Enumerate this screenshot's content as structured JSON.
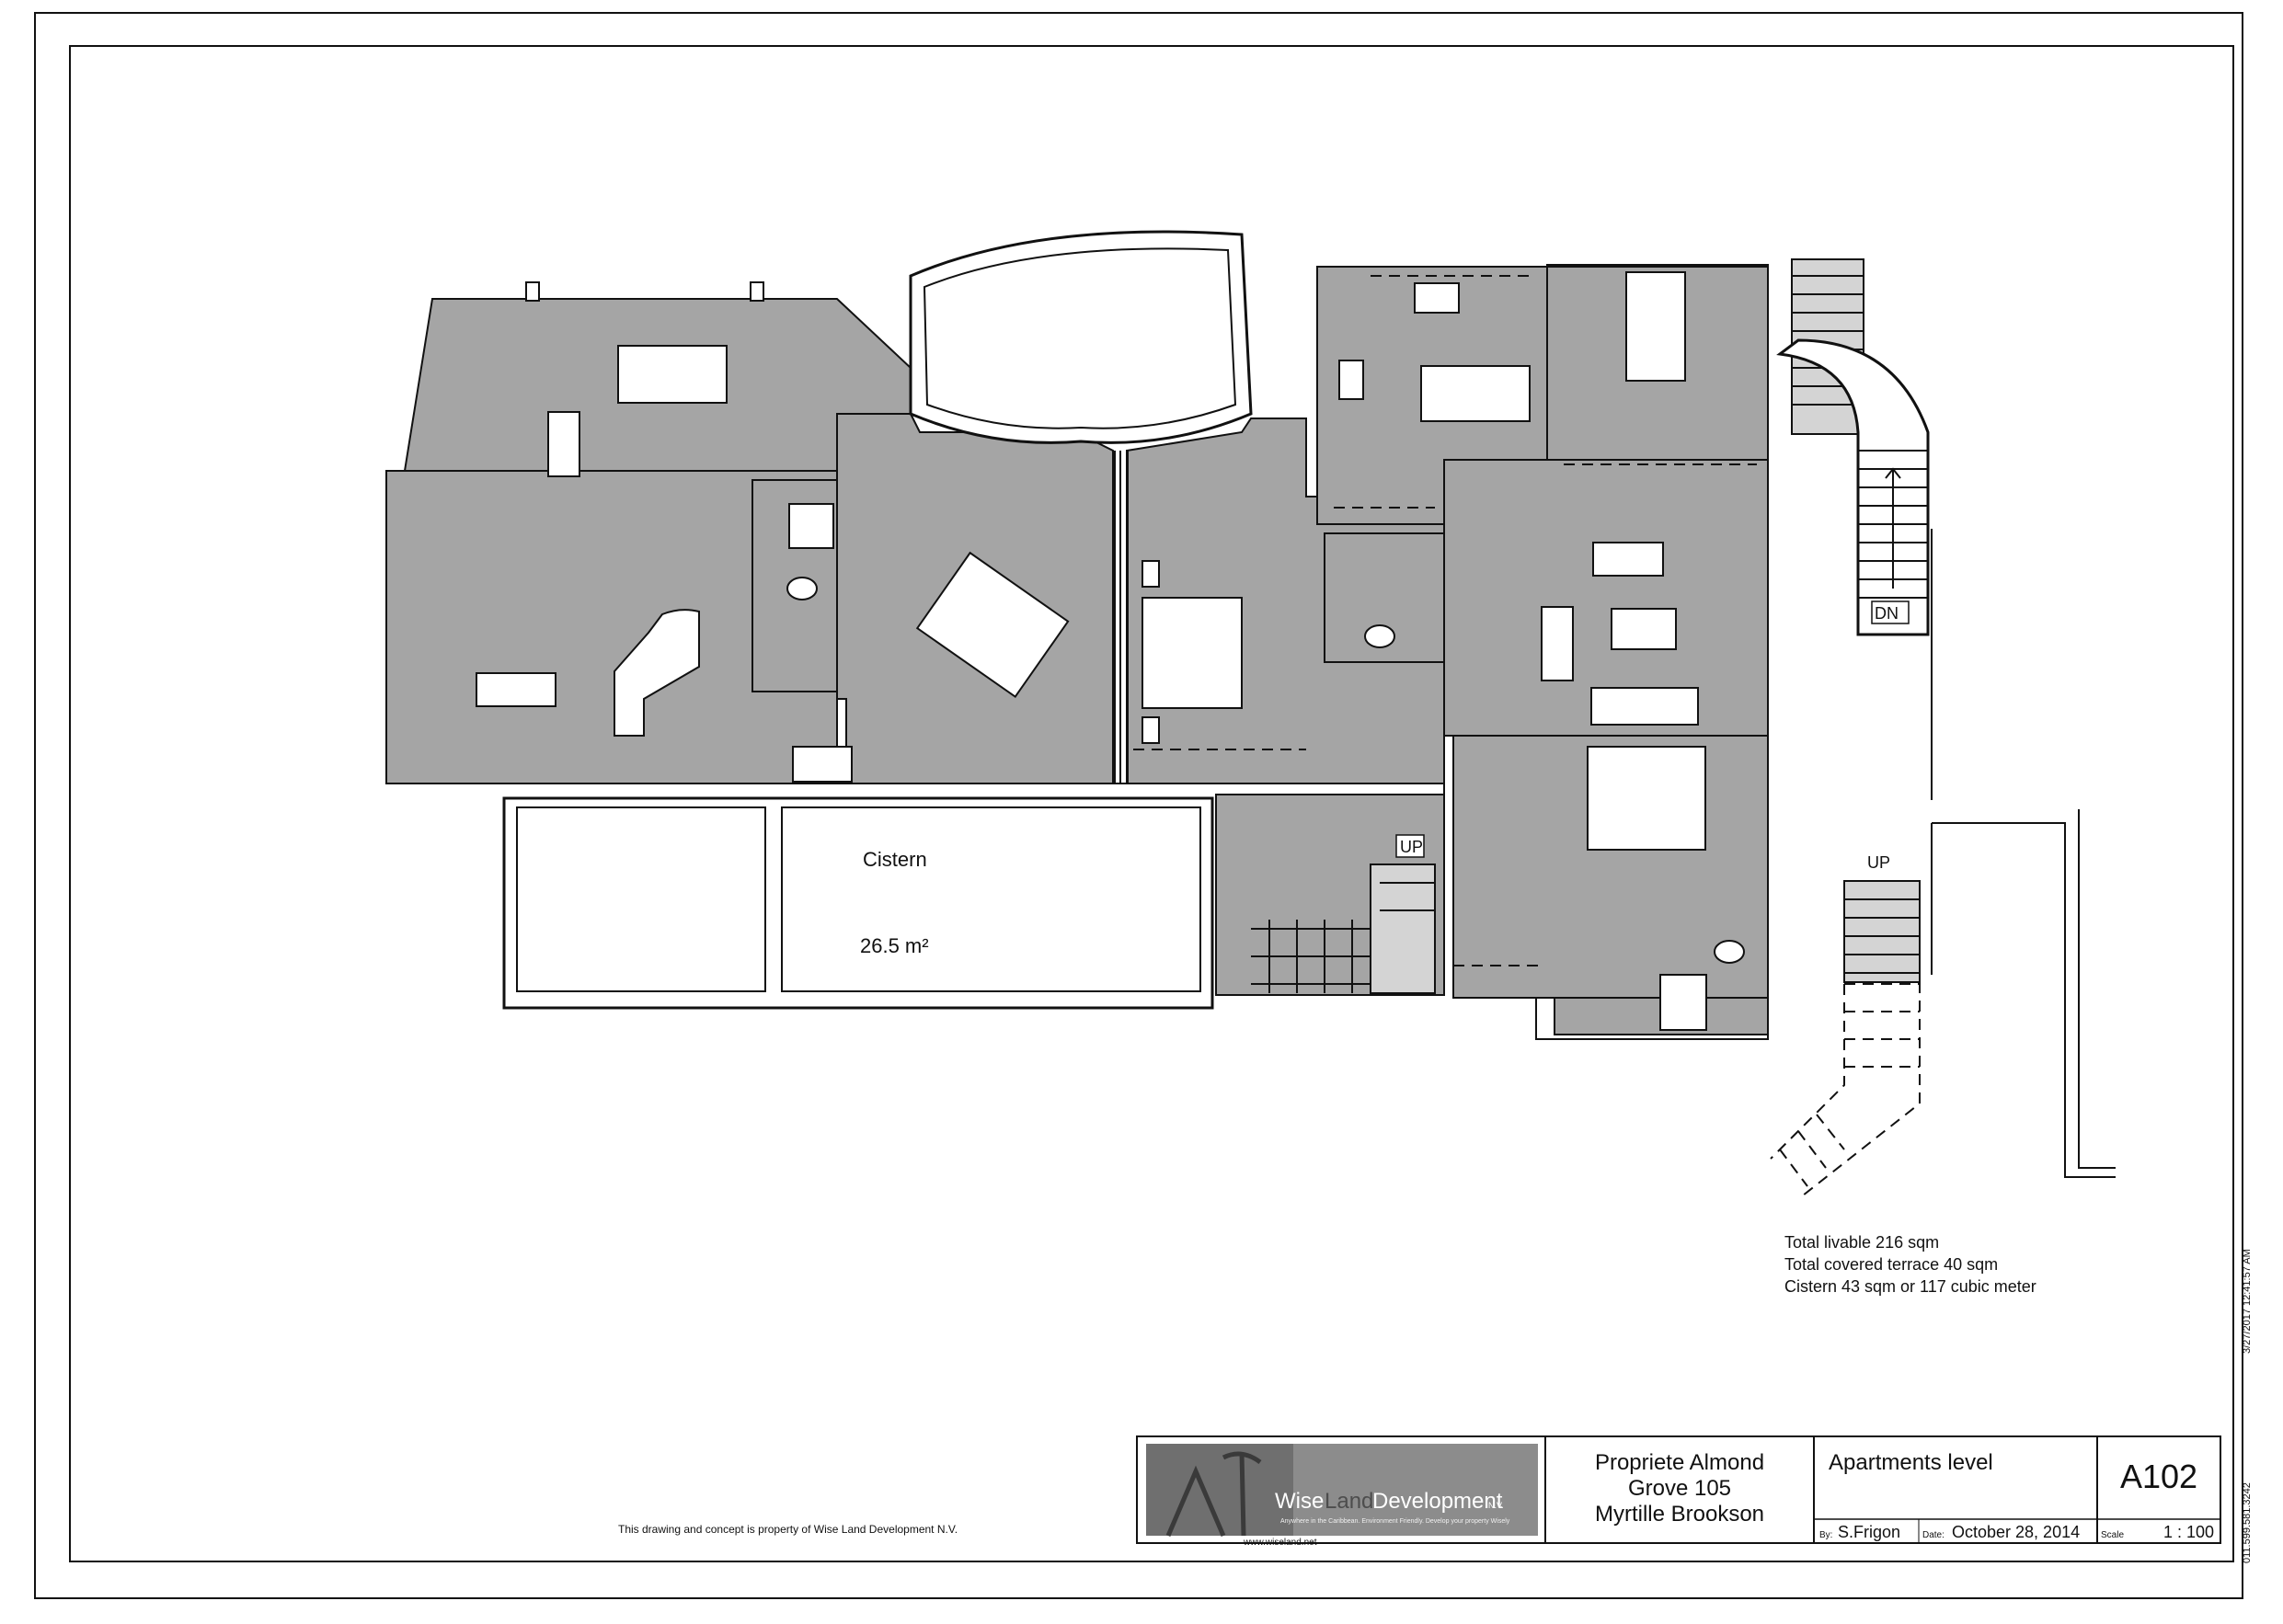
{
  "plan": {
    "cistern_label": "Cistern",
    "cistern_area": "26.5 m²",
    "stair_labels": {
      "up_1": "UP",
      "up_2": "UP",
      "down": "DN"
    }
  },
  "totals": [
    "Total livable 216 sqm",
    "Total covered terrace 40 sqm",
    "Cistern 43  sqm or 117 cubic meter"
  ],
  "disclaimer": "This drawing and concept is property of Wise Land Development N.V.",
  "side_stamp": "3/27/2017 12:41:57 AM",
  "side_phone": "011.599.581.3242",
  "title_block": {
    "logo_text": {
      "wise": "Wise",
      "land": "Land",
      "dev": "Development",
      "nv": "N.V."
    },
    "tagline": "Anywhere in the Caribbean. Environment Friendly. Develop your property Wisely",
    "website": "www.wiseland.net",
    "project": "Propriete Almond Grove 105 Myrtille Brookson",
    "project_lines": [
      "Propriete Almond",
      "Grove 105",
      "Myrtille Brookson"
    ],
    "sheet_name": "Apartments level",
    "sheet_number": "A102",
    "by_label": "By:",
    "by_value": "S.Frigon",
    "date_label": "Date:",
    "date_value": "October 28, 2014",
    "scale_label": "Scale",
    "scale_value": "1 : 100"
  },
  "colors": {
    "room_fill": "#a5a5a5",
    "wall": "#ffffff",
    "line": "#111111"
  }
}
